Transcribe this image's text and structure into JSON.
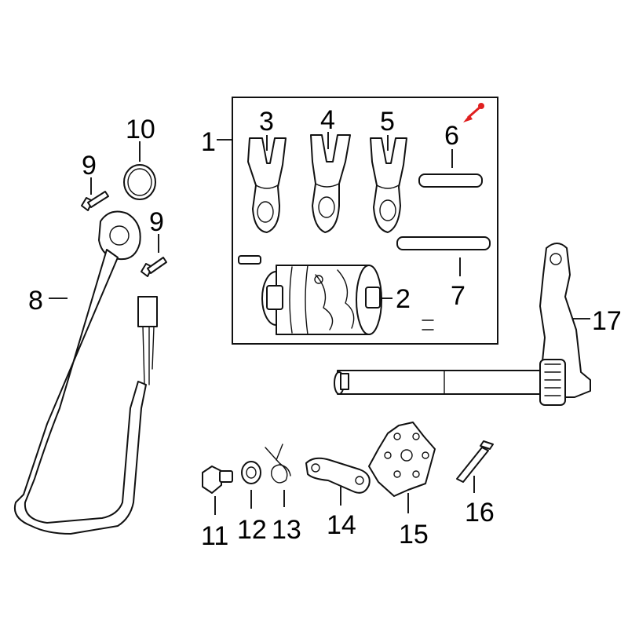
{
  "diagram": {
    "highlight_color": "#e02020",
    "labels": [
      {
        "id": "1",
        "text": "1"
      },
      {
        "id": "2",
        "text": "2"
      },
      {
        "id": "3",
        "text": "3"
      },
      {
        "id": "4",
        "text": "4"
      },
      {
        "id": "5",
        "text": "5"
      },
      {
        "id": "6",
        "text": "6"
      },
      {
        "id": "7",
        "text": "7"
      },
      {
        "id": "8",
        "text": "8"
      },
      {
        "id": "9a",
        "text": "9"
      },
      {
        "id": "9b",
        "text": "9"
      },
      {
        "id": "10",
        "text": "10"
      },
      {
        "id": "11",
        "text": "11"
      },
      {
        "id": "12",
        "text": "12"
      },
      {
        "id": "13",
        "text": "13"
      },
      {
        "id": "14",
        "text": "14"
      },
      {
        "id": "15",
        "text": "15"
      },
      {
        "id": "16",
        "text": "16"
      },
      {
        "id": "17",
        "text": "17"
      }
    ]
  }
}
